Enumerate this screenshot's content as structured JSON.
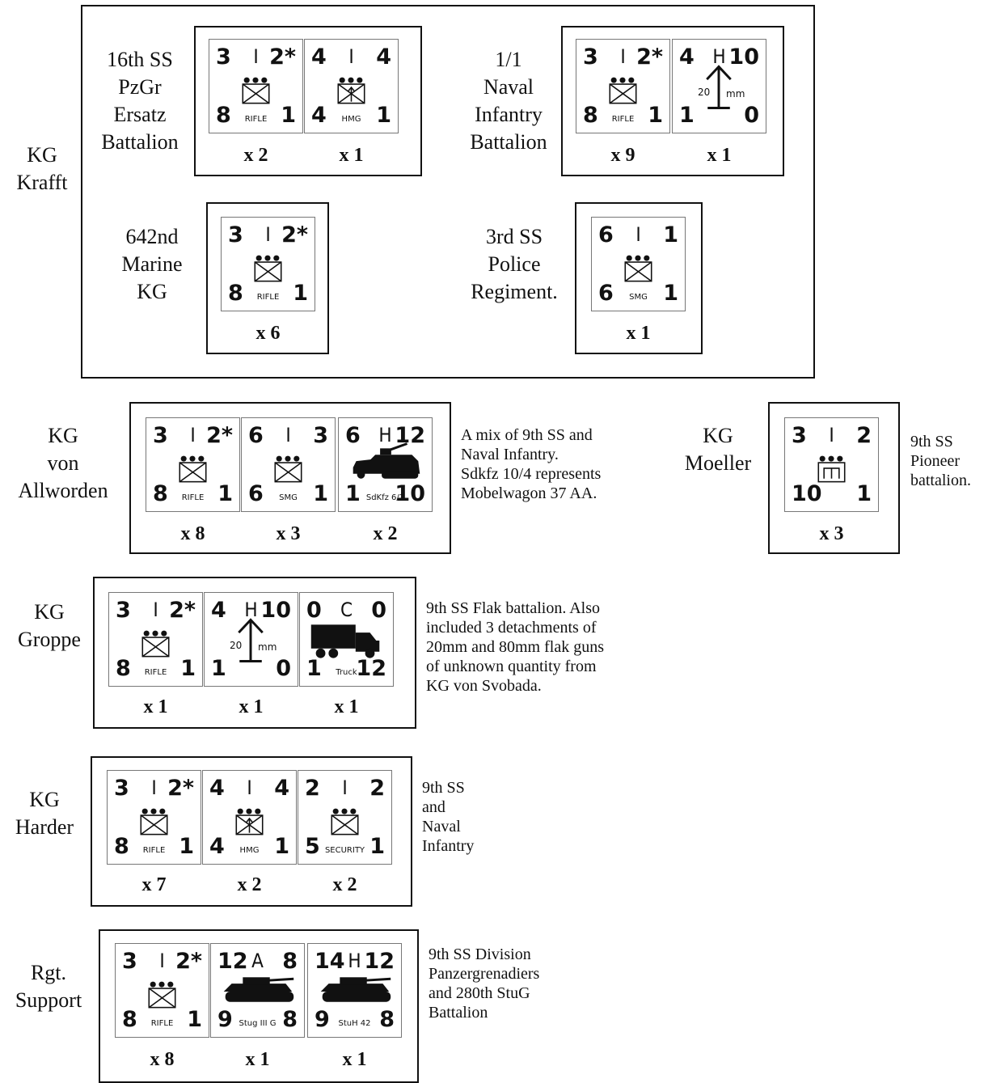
{
  "groups": {
    "krafft": {
      "label": "KG\nKrafft",
      "units": {
        "ss16": {
          "label": "16th SS\nPzGr\nErsatz\nBattalion",
          "counters": [
            {
              "tl": "3",
              "tc": "I",
              "tr": "2*",
              "bl": "8",
              "br": "1",
              "sub": "RIFLE",
              "qty": "x 2"
            },
            {
              "tl": "4",
              "tc": "I",
              "tr": "4",
              "bl": "4",
              "br": "1",
              "sub": "HMG",
              "qty": "x 1"
            }
          ]
        },
        "naval11": {
          "label": "1/1\nNaval\nInfantry\nBattalion",
          "counters": [
            {
              "tl": "3",
              "tc": "I",
              "tr": "2*",
              "bl": "8",
              "br": "1",
              "sub": "RIFLE",
              "qty": "x 9"
            },
            {
              "tl": "4",
              "tc": "H",
              "tr": "10",
              "bl": "1",
              "br": "0",
              "sub": "",
              "caliber": "20",
              "unit": "mm",
              "qty": "x 1"
            }
          ]
        },
        "marine642": {
          "label": "642nd\nMarine\nKG",
          "counters": [
            {
              "tl": "3",
              "tc": "I",
              "tr": "2*",
              "bl": "8",
              "br": "1",
              "sub": "RIFLE",
              "qty": "x 6"
            }
          ]
        },
        "police3": {
          "label": "3rd SS\nPolice\nRegiment.",
          "counters": [
            {
              "tl": "6",
              "tc": "I",
              "tr": "1",
              "bl": "6",
              "br": "1",
              "sub": "SMG",
              "qty": "x 1"
            }
          ]
        }
      }
    },
    "allworden": {
      "label": "KG\nvon\nAllworden",
      "note": "A mix of 9th SS and\nNaval Infantry.\nSdkfz 10/4 represents\nMobelwagon 37 AA.",
      "counters": [
        {
          "tl": "3",
          "tc": "I",
          "tr": "2*",
          "bl": "8",
          "br": "1",
          "sub": "RIFLE",
          "qty": "x 8"
        },
        {
          "tl": "6",
          "tc": "I",
          "tr": "3",
          "bl": "6",
          "br": "1",
          "sub": "SMG",
          "qty": "x 3"
        },
        {
          "tl": "6",
          "tc": "H",
          "tr": "12",
          "bl": "1",
          "br": "10",
          "sub": "SdKfz 6/2",
          "qty": "x 2"
        }
      ]
    },
    "moeller": {
      "label": "KG\nMoeller",
      "note": "9th SS\nPioneer\nbattalion.",
      "counters": [
        {
          "tl": "3",
          "tc": "I",
          "tr": "2",
          "bl": "10",
          "br": "1",
          "sub": "",
          "qty": "x 3"
        }
      ]
    },
    "groppe": {
      "label": "KG\nGroppe",
      "note": "9th SS Flak battalion.  Also\nincluded 3 detachments of\n20mm and 80mm flak guns\nof unknown quantity from\nKG von Svobada.",
      "counters": [
        {
          "tl": "3",
          "tc": "I",
          "tr": "2*",
          "bl": "8",
          "br": "1",
          "sub": "RIFLE",
          "qty": "x 1"
        },
        {
          "tl": "4",
          "tc": "H",
          "tr": "10",
          "bl": "1",
          "br": "0",
          "sub": "",
          "caliber": "20",
          "unit": "mm",
          "qty": "x 1"
        },
        {
          "tl": "0",
          "tc": "C",
          "tr": "0",
          "bl": "1",
          "br": "12",
          "sub": "Truck",
          "qty": "x 1"
        }
      ]
    },
    "harder": {
      "label": "KG\nHarder",
      "note": "9th SS\nand\nNaval\nInfantry",
      "counters": [
        {
          "tl": "3",
          "tc": "I",
          "tr": "2*",
          "bl": "8",
          "br": "1",
          "sub": "RIFLE",
          "qty": "x 7"
        },
        {
          "tl": "4",
          "tc": "I",
          "tr": "4",
          "bl": "4",
          "br": "1",
          "sub": "HMG",
          "qty": "x 2"
        },
        {
          "tl": "2",
          "tc": "I",
          "tr": "2",
          "bl": "5",
          "br": "1",
          "sub": "SECURITY",
          "qty": "x 2"
        }
      ]
    },
    "support": {
      "label": "Rgt.\nSupport",
      "note": "9th SS Division\nPanzergrenadiers\nand 280th StuG\nBattalion",
      "counters": [
        {
          "tl": "3",
          "tc": "I",
          "tr": "2*",
          "bl": "8",
          "br": "1",
          "sub": "RIFLE",
          "qty": "x 8"
        },
        {
          "tl": "12",
          "tc": "A",
          "tr": "8",
          "bl": "9",
          "br": "8",
          "sub": "Stug III G",
          "qty": "x 1"
        },
        {
          "tl": "14",
          "tc": "H",
          "tr": "12",
          "bl": "9",
          "br": "8",
          "sub": "StuH 42",
          "qty": "x 1"
        }
      ]
    }
  }
}
